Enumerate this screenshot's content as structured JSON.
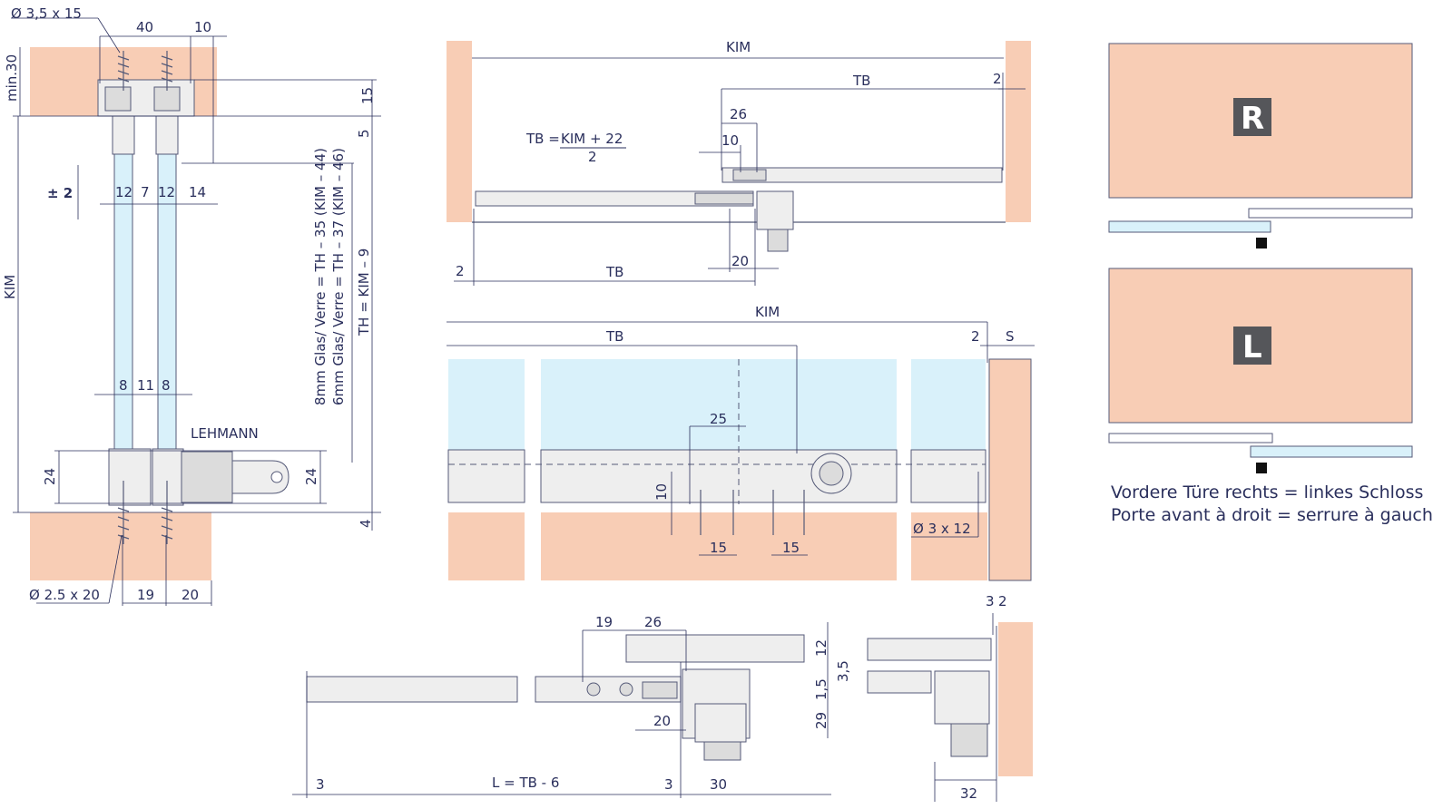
{
  "brand": "LEHMANN",
  "left_view": {
    "screw_top": "Ø 3,5 x 15",
    "screw_bottom": "Ø 2.5 x 20",
    "dims": {
      "d40": "40",
      "d10": "10",
      "min30": "min.30",
      "d15": "15",
      "d5": "5",
      "pm2": "± 2",
      "d12a": "12",
      "d7": "7",
      "d12b": "12",
      "d14": "14",
      "kim": "KIM",
      "d8a": "8",
      "d11": "11",
      "d8b": "8",
      "d24a": "24",
      "d24b": "24",
      "d4": "4",
      "d19": "19",
      "d20": "20"
    },
    "formulas": {
      "glass8": "8mm Glas/ Verre = TH – 35 (KIM – 44)",
      "glass6": "6mm Glas/ Verre = TH – 37 (KIM – 46)",
      "th": "TH = KIM – 9"
    }
  },
  "top_view": {
    "kim": "KIM",
    "tb": "TB",
    "d2a": "2",
    "d26": "26",
    "d10": "10",
    "formula_lhs": "TB =",
    "formula_num": "KIM + 22",
    "formula_den": "2",
    "d20": "20",
    "d2b": "2",
    "tb2": "TB"
  },
  "front_view": {
    "kim": "KIM",
    "tb": "TB",
    "d2": "2",
    "s": "S",
    "d25": "25",
    "d10": "10",
    "d15a": "15",
    "d15b": "15",
    "screw": "Ø 3 x 12"
  },
  "bottom_view": {
    "d19": "19",
    "d26": "26",
    "d12": "12",
    "d35": "3,5",
    "d15": "1,5",
    "d29": "29",
    "d20": "20",
    "d3a": "3",
    "length": "L = TB - 6",
    "d3b": "3",
    "d30": "30",
    "d3c": "3",
    "d2": "2",
    "d32": "32"
  },
  "side_diagrams": {
    "badge_r": "R",
    "badge_l": "L",
    "caption_de": "Vordere Türe rechts = linkes Schloss",
    "caption_fr": "Porte avant à droit = serrure à gauche"
  }
}
